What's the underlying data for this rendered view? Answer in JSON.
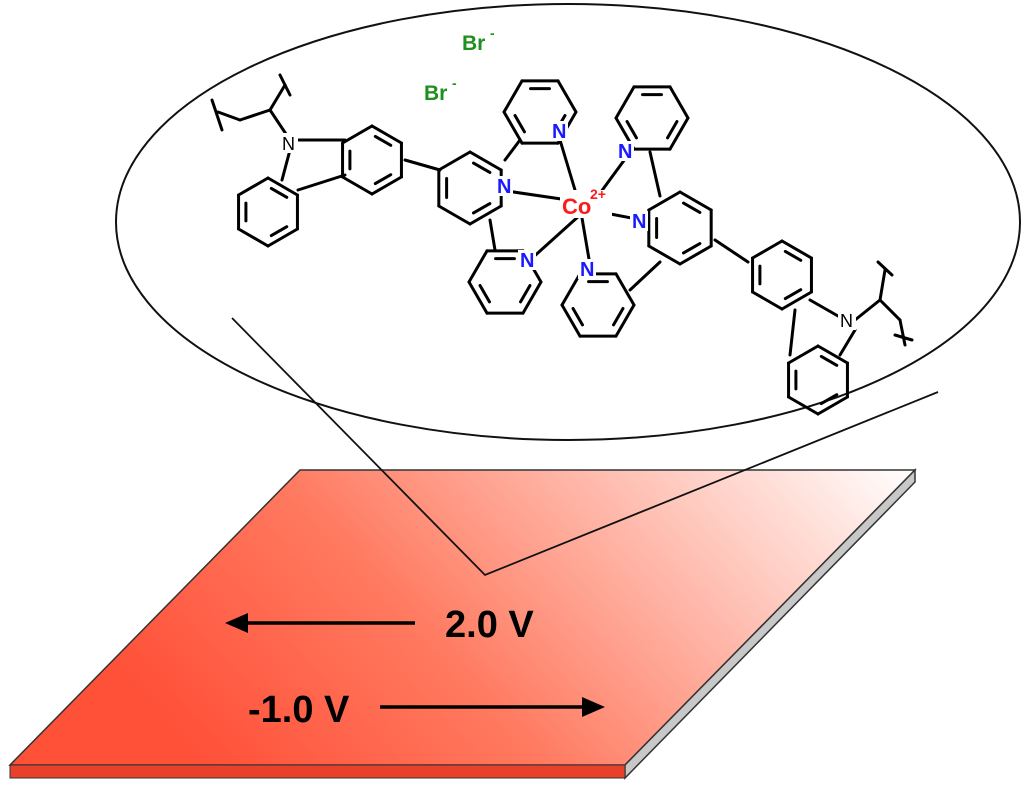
{
  "molecule": {
    "counterion_1": "Br",
    "counterion_2": "Br",
    "counterion_charge": "-",
    "metal": "Co",
    "metal_charge": "2+",
    "nitrogen": "N"
  },
  "substrate": {
    "voltage_oxidation": "2.0 V",
    "voltage_reduction": "-1.0 V"
  },
  "colors": {
    "substrate_red": "#ff5a40",
    "nitrogen": "#1a1aff",
    "metal": "#ff1a1a",
    "bromide": "#1f8f1f"
  }
}
